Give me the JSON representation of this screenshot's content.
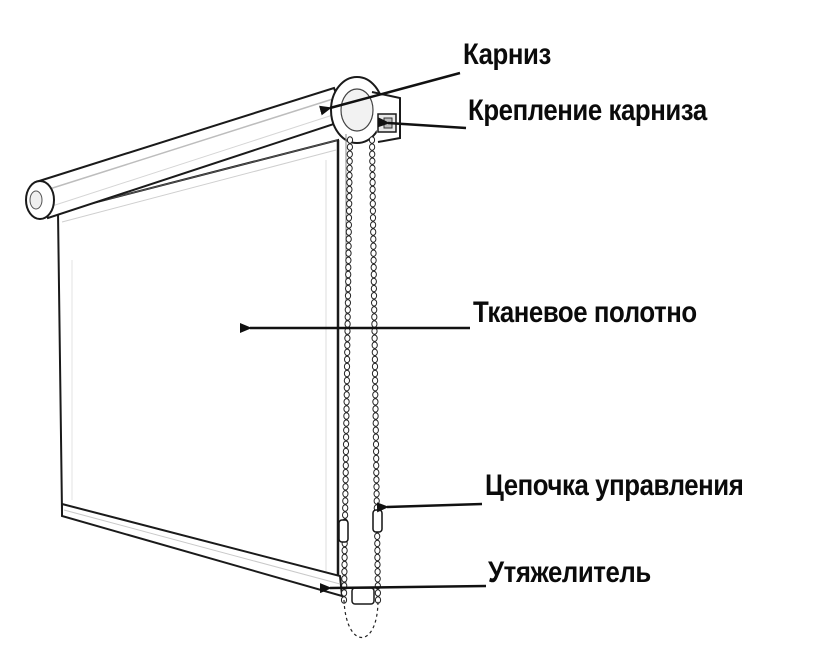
{
  "labels": {
    "cornice": "Карниз",
    "cornice_mount": "Крепление карниза",
    "fabric": "Тканевое полотно",
    "control_chain": "Цепочка управления",
    "weight_bar": "Утяжелитель"
  },
  "colors": {
    "line": "#1a1a1a",
    "fill": "#ffffff",
    "shade": "#e9e9e9",
    "text": "#0b0b0b"
  }
}
